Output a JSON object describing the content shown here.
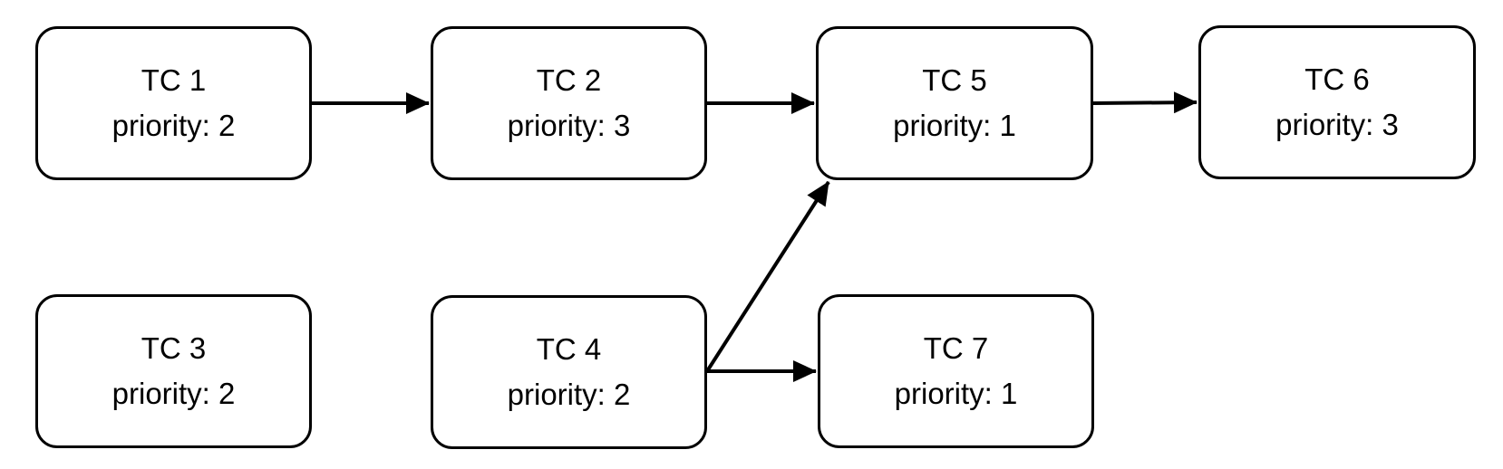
{
  "diagram": {
    "nodes": [
      {
        "id": "tc1",
        "title": "TC 1",
        "priority": "priority: 2"
      },
      {
        "id": "tc2",
        "title": "TC 2",
        "priority": "priority: 3"
      },
      {
        "id": "tc3",
        "title": "TC 3",
        "priority": "priority: 2"
      },
      {
        "id": "tc4",
        "title": "TC 4",
        "priority": "priority: 2"
      },
      {
        "id": "tc5",
        "title": "TC 5",
        "priority": "priority: 1"
      },
      {
        "id": "tc6",
        "title": "TC 6",
        "priority": "priority: 3"
      },
      {
        "id": "tc7",
        "title": "TC 7",
        "priority": "priority: 1"
      }
    ],
    "edges": [
      {
        "from": "tc1",
        "to": "tc2"
      },
      {
        "from": "tc2",
        "to": "tc5"
      },
      {
        "from": "tc5",
        "to": "tc6"
      },
      {
        "from": "tc4",
        "to": "tc5"
      },
      {
        "from": "tc4",
        "to": "tc7"
      }
    ],
    "colors": {
      "stroke": "#000000",
      "fill": "#ffffff",
      "text": "#000000"
    }
  }
}
